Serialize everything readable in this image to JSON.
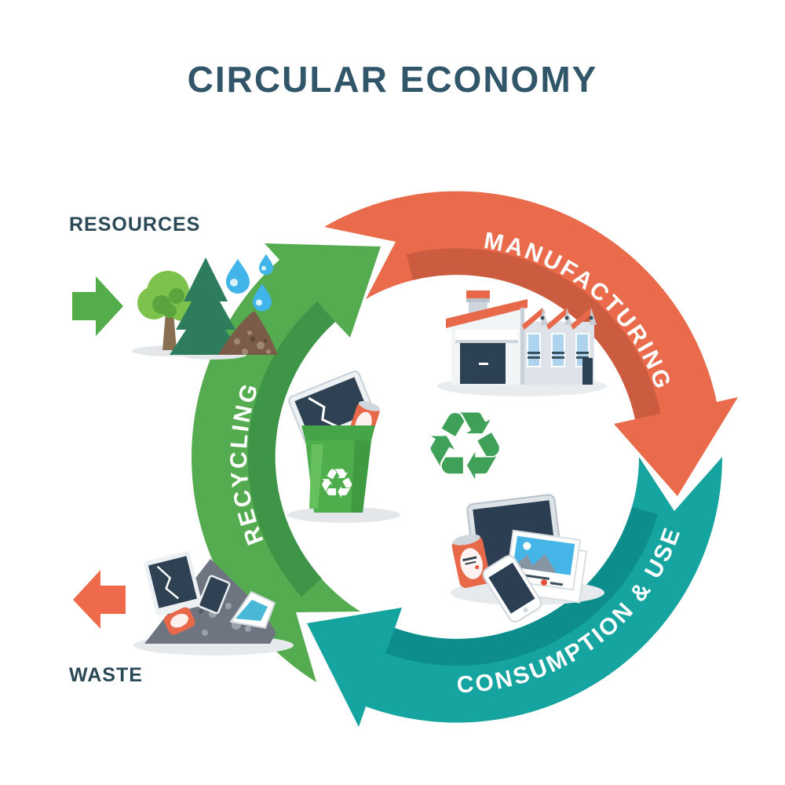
{
  "title": "CIRCULAR ECONOMY",
  "title_color": "#315669",
  "cycle": {
    "direction": "clockwise",
    "stages": {
      "recycling": {
        "label": "RECYCLING",
        "color": "#55ab4f",
        "shade": "#3e9447"
      },
      "manufacturing": {
        "label": "MANUFACTURING",
        "color": "#e96b4b",
        "shade": "#cc5c40"
      },
      "consumption": {
        "label": "CONSUMPTION & USE",
        "color": "#16a4a1",
        "shade": "#0d8d8c"
      }
    }
  },
  "flows": {
    "resources": {
      "label": "RESOURCES",
      "arrow_color": "#53ad4a",
      "arrow_direction": "right"
    },
    "waste": {
      "label": "WASTE",
      "arrow_color": "#ef6a4b",
      "arrow_direction": "left"
    }
  },
  "center": {
    "recycle_symbol": "♻",
    "symbol_color": "#3fa058"
  },
  "bin": {
    "recycle_symbol": "♻"
  },
  "illustrations": {
    "resources": "trees, soil pile and water drops",
    "manufacturing": "factory building with orange roofs",
    "center": "green recycling bin with broken electronics",
    "consumption": "tablet, smartphone, photo cards and can",
    "waste": "pile of rubble with broken electronics"
  }
}
